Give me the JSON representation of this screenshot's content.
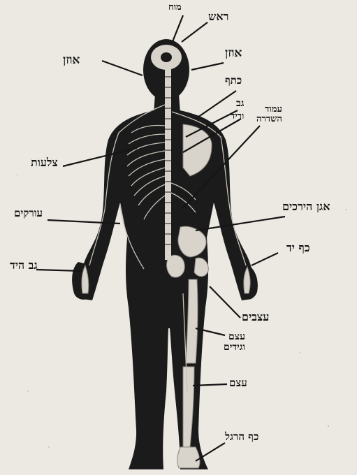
{
  "labels": {
    "brain": "מוח",
    "head": "ראש",
    "ear_left": "אוזן",
    "ear_right": "אוזן",
    "shoulder": "כתף",
    "back": "גב",
    "vein": "וריד",
    "spine_line1": "עמוד",
    "spine_line2": "השדרה",
    "ribs": "צלעות",
    "arteries": "עורקים",
    "pelvis": "אגן הירכים",
    "palm": "כף יד",
    "back_of_hand": "גב היד",
    "nerves": "עצבים",
    "bone_muscles_line1": "עצם",
    "bone_muscles_line2": "וגידים",
    "bone": "עצם",
    "sole": "כף הרגל"
  },
  "colors": {
    "paper": "#ece9e2",
    "body": "#1b1b1b",
    "bone": "#d8d4cb",
    "ink": "#151515"
  }
}
